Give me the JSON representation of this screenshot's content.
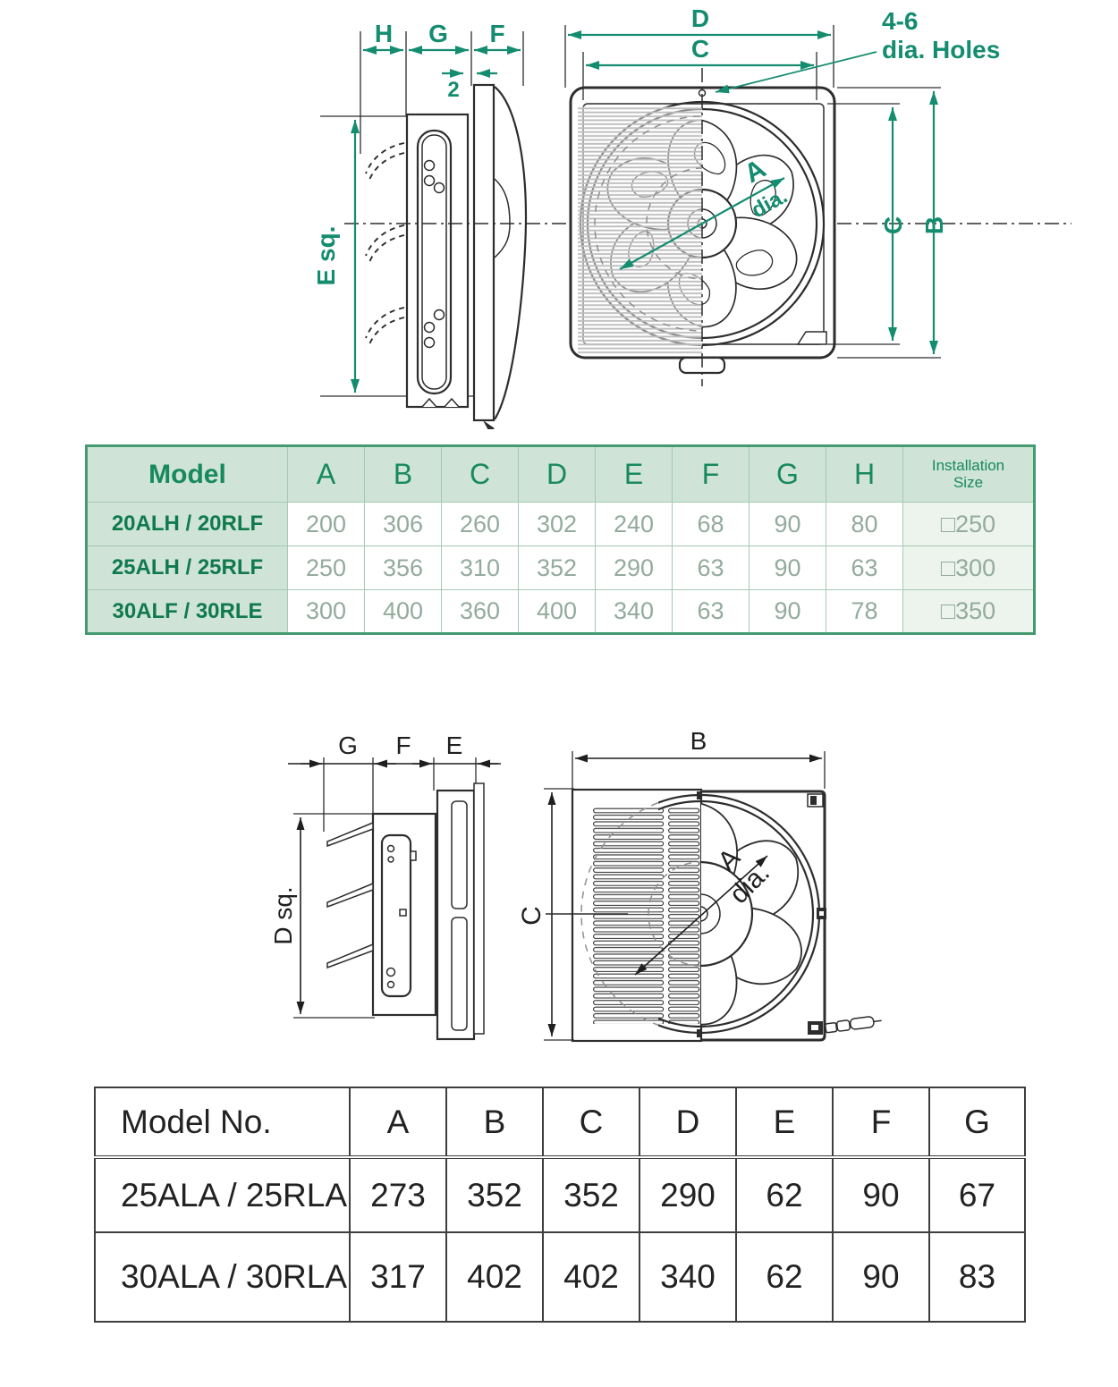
{
  "colors": {
    "teal": "#148c70",
    "table_border": "#449a71",
    "table_header_bg": "#cfe4d6",
    "table_header_text": "#17895d",
    "table_model_text": "#107a4d",
    "table_value_text": "#93ab9d",
    "line_dark": "#2d2d2d"
  },
  "diagram_top": {
    "labels": {
      "h": "H",
      "g": "G",
      "f": "F",
      "gap": "2",
      "e_sq": "E  sq.",
      "d": "D",
      "c_top": "C",
      "holes_1": "4-6",
      "holes_2": "dia. Holes",
      "a": "A",
      "dia": "dia.",
      "c_side": "C",
      "b_side": "B"
    }
  },
  "spec_table_metric": {
    "headers": [
      "Model",
      "A",
      "B",
      "C",
      "D",
      "E",
      "F",
      "G",
      "H"
    ],
    "installation_line1": "Installation",
    "installation_line2": "Size",
    "rows": [
      {
        "model": "20ALH / 20RLF",
        "values": [
          "200",
          "306",
          "260",
          "302",
          "240",
          "68",
          "90",
          "80",
          "□250"
        ]
      },
      {
        "model": "25ALH / 25RLF",
        "values": [
          "250",
          "356",
          "310",
          "352",
          "290",
          "63",
          "90",
          "63",
          "□300"
        ]
      },
      {
        "model": "30ALF / 30RLE",
        "values": [
          "300",
          "400",
          "360",
          "400",
          "340",
          "63",
          "90",
          "78",
          "□350"
        ]
      }
    ]
  },
  "diagram_bottom": {
    "labels": {
      "g": "G",
      "f": "F",
      "e": "E",
      "d_sq": "D sq.",
      "b": "B",
      "c": "C",
      "a": "A",
      "dia": "dia."
    }
  },
  "model_table": {
    "headers": [
      "Model No.",
      "A",
      "B",
      "C",
      "D",
      "E",
      "F",
      "G"
    ],
    "rows": [
      {
        "model": "25ALA / 25RLA",
        "values": [
          "273",
          "352",
          "352",
          "290",
          "62",
          "90",
          "67"
        ]
      },
      {
        "model": "30ALA / 30RLA",
        "values": [
          "317",
          "402",
          "402",
          "340",
          "62",
          "90",
          "83"
        ]
      }
    ]
  }
}
